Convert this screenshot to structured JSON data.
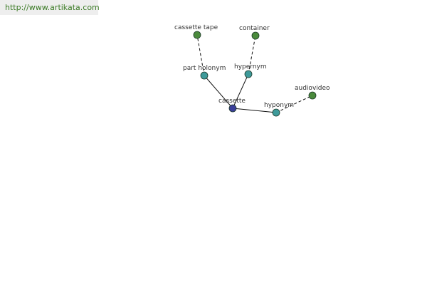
{
  "watermark": {
    "url": "http://www.artikata.com"
  },
  "graph": {
    "nodes": [
      {
        "id": "cassette",
        "label": "cassette",
        "role": "center",
        "color": "#3b3f9a"
      },
      {
        "id": "part_holonym",
        "label": "part holonym",
        "role": "relation",
        "color": "#3e9a9a"
      },
      {
        "id": "hypernym",
        "label": "hypernym",
        "role": "relation",
        "color": "#3e9a9a"
      },
      {
        "id": "hyponym",
        "label": "hyponym",
        "role": "relation",
        "color": "#3e9a9a"
      },
      {
        "id": "cassette_tape",
        "label": "cassette tape",
        "role": "term",
        "color": "#4a8a3c"
      },
      {
        "id": "container",
        "label": "container",
        "role": "term",
        "color": "#4a8a3c"
      },
      {
        "id": "audiovideo",
        "label": "audiovideo",
        "role": "term",
        "color": "#4a8a3c"
      }
    ],
    "edges": [
      {
        "from": "cassette",
        "to": "part_holonym",
        "style": "solid"
      },
      {
        "from": "cassette",
        "to": "hypernym",
        "style": "solid"
      },
      {
        "from": "cassette",
        "to": "hyponym",
        "style": "solid"
      },
      {
        "from": "part_holonym",
        "to": "cassette_tape",
        "style": "dashed"
      },
      {
        "from": "hypernym",
        "to": "container",
        "style": "dashed"
      },
      {
        "from": "hyponym",
        "to": "audiovideo",
        "style": "dashed"
      }
    ]
  }
}
